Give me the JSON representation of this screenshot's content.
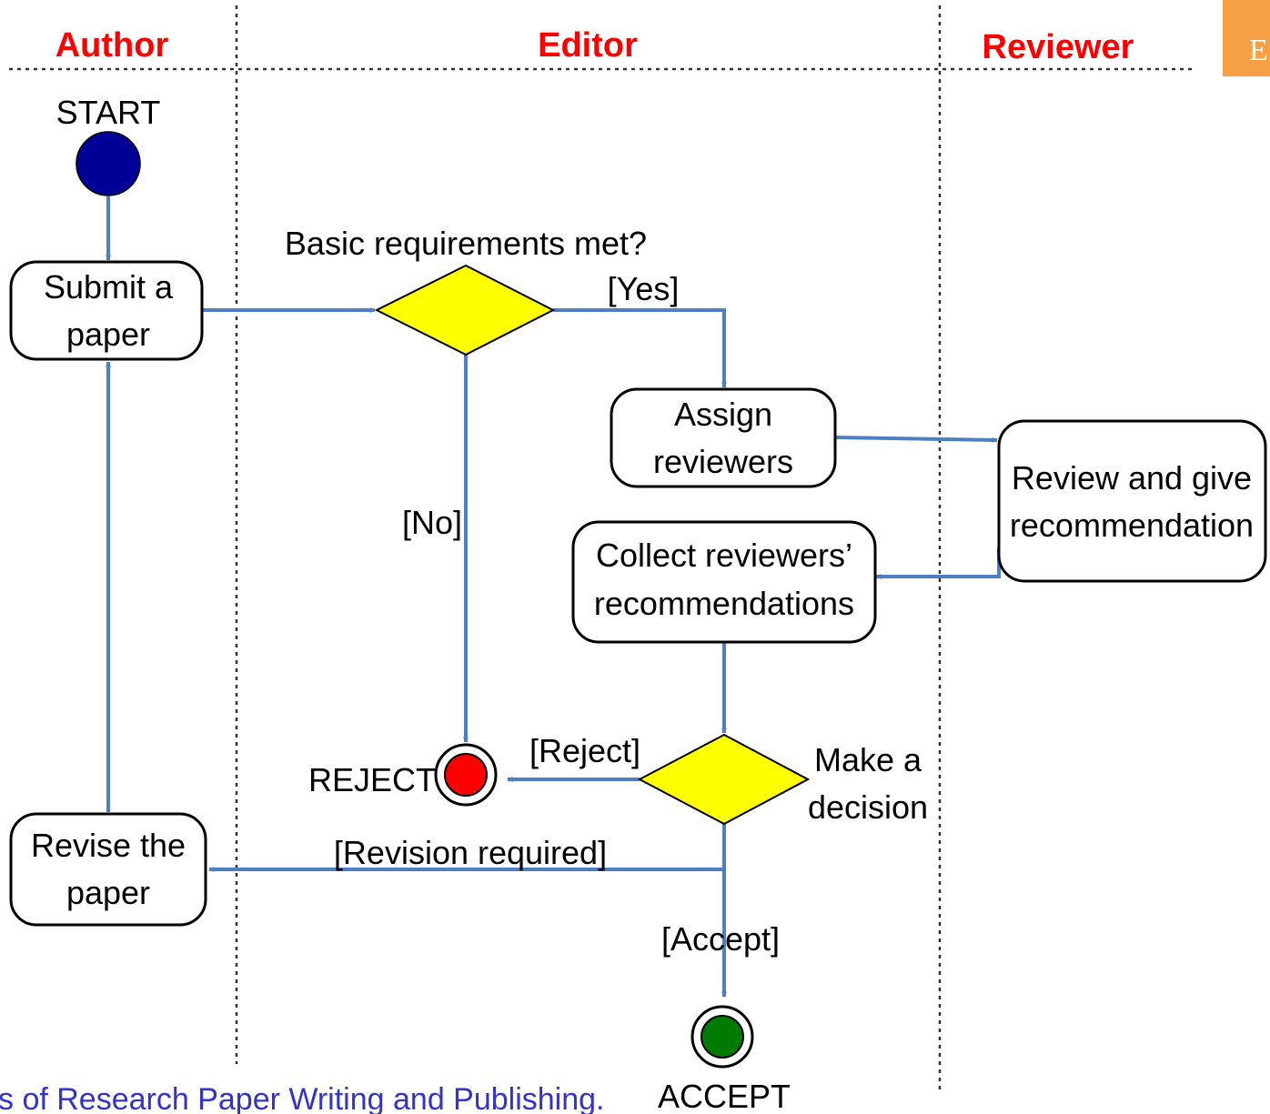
{
  "lanes": {
    "author": "Author",
    "editor": "Editor",
    "reviewer": "Reviewer"
  },
  "nodes": {
    "start": "START",
    "submit": [
      "Submit a",
      "paper"
    ],
    "basic_requirements": "Basic requirements met?",
    "assign": [
      "Assign",
      "reviewers"
    ],
    "review": [
      "Review and give",
      "recommendation"
    ],
    "collect": [
      "Collect reviewers’",
      "recommendations"
    ],
    "decision": [
      "Make a",
      "decision"
    ],
    "revise": [
      "Revise the",
      "paper"
    ],
    "reject": "REJECT",
    "accept": "ACCEPT"
  },
  "edge_labels": {
    "yes": "[Yes]",
    "no": "[No]",
    "reject": "[Reject]",
    "revision": "[Revision required]",
    "accept": "[Accept]"
  },
  "footer": {
    "citation": "s of Research Paper Writing and Publishing."
  },
  "logo": {
    "letter": "E"
  },
  "colors": {
    "lane_title": "#ff0000",
    "flow": "#4f7fc3",
    "start_node": "#000096",
    "decision_fill": "#ffff00",
    "reject_node": "#ff0000",
    "accept_node": "#007a00",
    "footer_text": "#3333cc",
    "logo_bg": "#f5a044"
  }
}
